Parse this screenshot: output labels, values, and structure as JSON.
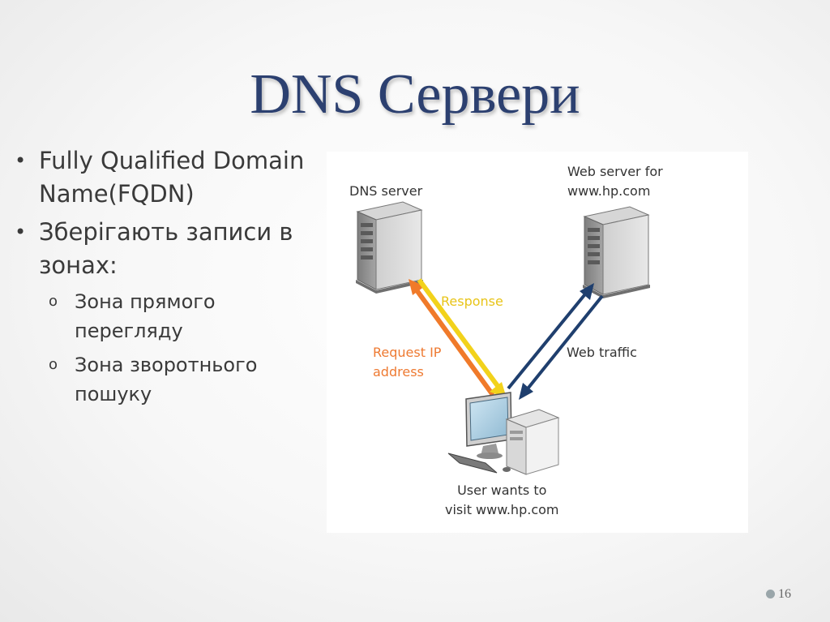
{
  "slide": {
    "title": "DNS Сервери",
    "bullets": [
      "Fully Qualified Domain Name(FQDN)",
      "Зберігають записи в зонах:"
    ],
    "bullet_marker": "•",
    "sub_bullets": [
      "Зона прямого перегляду",
      "Зона зворотнього пошуку"
    ],
    "sub_marker": "o",
    "page_number": "16"
  },
  "diagram": {
    "dns_server_label": "DNS server",
    "web_server_label": "Web server for\nwww.hp.com",
    "response_label": "Response",
    "request_label": "Request IP\naddress",
    "web_traffic_label": "Web traffic",
    "user_label": "User wants to\nvisit www.hp.com",
    "colors": {
      "response_arrow": "#f2d21b",
      "request_arrow": "#f07a2a",
      "web_traffic_arrows": "#1f3f6e",
      "server_body": "#8f8f8f",
      "title": "#2c4070"
    }
  }
}
